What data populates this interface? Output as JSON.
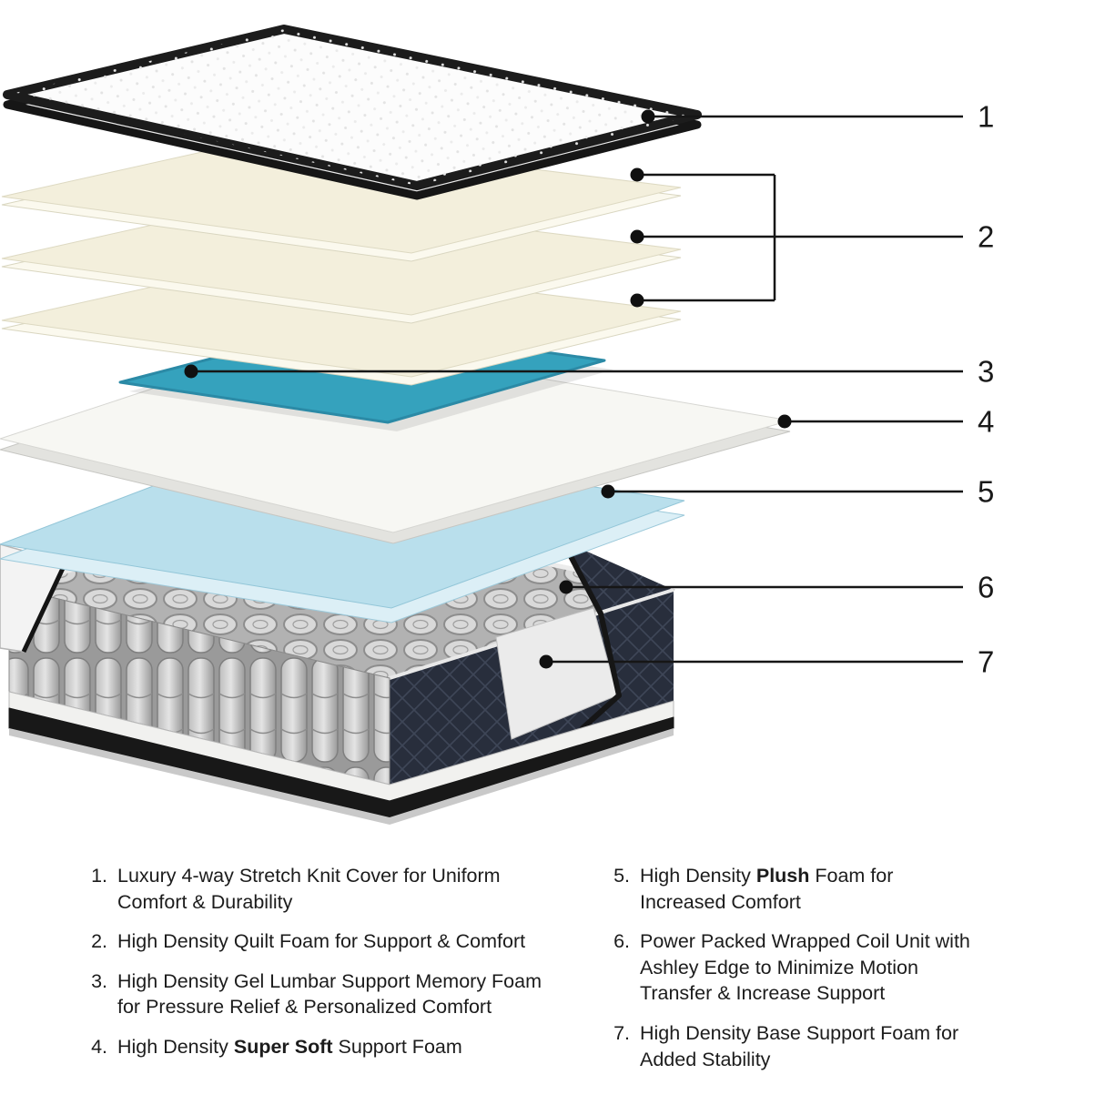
{
  "colors": {
    "background": "#ffffff",
    "callout_line": "#161616",
    "cover_border": "#1c1c1c",
    "cream_foam": "#f3efdc",
    "gel": "#35a2bd",
    "plush_blue": "#b9dfec",
    "coil_gray": "#c4c4c4",
    "shell_navy": "#2a3040",
    "base_black": "#181818"
  },
  "callouts": [
    {
      "label": "1"
    },
    {
      "label": "2"
    },
    {
      "label": "3"
    },
    {
      "label": "4"
    },
    {
      "label": "5"
    },
    {
      "label": "6"
    },
    {
      "label": "7"
    }
  ],
  "legend": {
    "left": [
      {
        "num": "1.",
        "segments": [
          {
            "t": "Luxury 4-way Stretch Knit Cover for Uniform Comfort & Durability",
            "b": false
          }
        ]
      },
      {
        "num": "2.",
        "segments": [
          {
            "t": "High Density Quilt Foam for Support & Comfort",
            "b": false
          }
        ]
      },
      {
        "num": "3.",
        "segments": [
          {
            "t": "High Density Gel Lumbar Support Memory Foam for Pressure Relief & Personalized Comfort",
            "b": false
          }
        ]
      },
      {
        "num": "4.",
        "segments": [
          {
            "t": "High Density ",
            "b": false
          },
          {
            "t": "Super Soft",
            "b": true
          },
          {
            "t": " Support Foam",
            "b": false
          }
        ]
      }
    ],
    "right": [
      {
        "num": "5.",
        "segments": [
          {
            "t": "High Density ",
            "b": false
          },
          {
            "t": "Plush",
            "b": true
          },
          {
            "t": " Foam for Increased Comfort",
            "b": false
          }
        ]
      },
      {
        "num": "6.",
        "segments": [
          {
            "t": "Power Packed Wrapped Coil Unit with Ashley Edge to Minimize Motion Transfer & Increase Support",
            "b": false
          }
        ]
      },
      {
        "num": "7.",
        "segments": [
          {
            "t": "High Density Base Support Foam for Added Stability",
            "b": false
          }
        ]
      }
    ]
  }
}
